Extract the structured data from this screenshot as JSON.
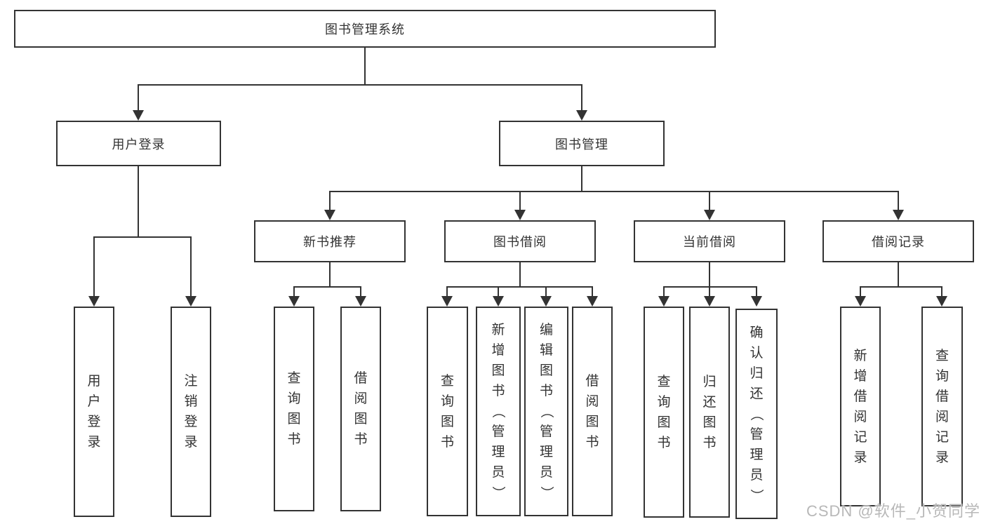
{
  "diagram": {
    "title": "图书管理系统",
    "branches": [
      {
        "label": "用户登录",
        "leaves": [
          "用户登录",
          "注销登录"
        ]
      },
      {
        "label": "图书管理",
        "groups": [
          {
            "label": "新书推荐",
            "leaves": [
              "查询图书",
              "借阅图书"
            ]
          },
          {
            "label": "图书借阅",
            "leaves": [
              "查询图书",
              "新增图书（管理员）",
              "编辑图书（管理员）",
              "借阅图书"
            ]
          },
          {
            "label": "当前借阅",
            "leaves": [
              "查询图书",
              "归还图书",
              "确认归还（管理员）"
            ]
          },
          {
            "label": "借阅记录",
            "leaves": [
              "新增借阅记录",
              "查询借阅记录"
            ]
          }
        ]
      }
    ]
  },
  "watermark": {
    "text": "CSDN @软件_小贺同学"
  },
  "colors": {
    "line": "#333333",
    "box_border": "#333333",
    "text": "#333333",
    "watermark": "#b8b8b8",
    "background": "#ffffff"
  }
}
